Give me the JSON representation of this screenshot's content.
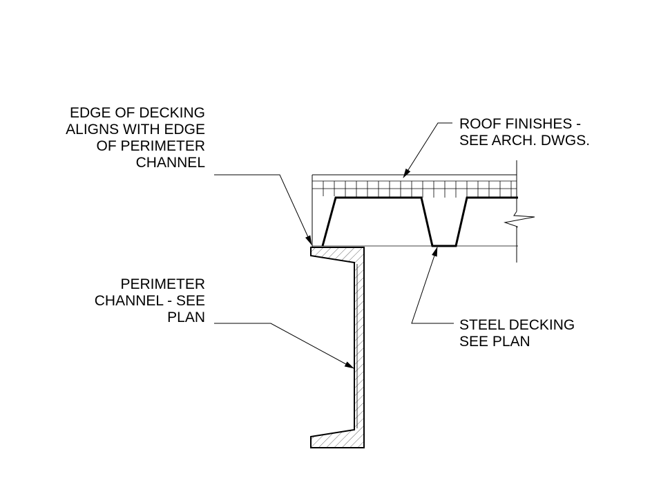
{
  "notes": {
    "edge_of_decking": {
      "lines": [
        "EDGE OF DECKING",
        "ALIGNS WITH EDGE",
        "OF PERIMETER",
        "CHANNEL"
      ]
    },
    "perimeter_channel": {
      "lines": [
        "PERIMETER",
        "CHANNEL - SEE",
        "PLAN"
      ]
    },
    "roof_finishes": {
      "lines": [
        "ROOF FINISHES -",
        "SEE ARCH. DWGS."
      ]
    },
    "steel_decking": {
      "lines": [
        "STEEL DECKING",
        "SEE PLAN"
      ]
    }
  },
  "colors": {
    "ink": "#000000",
    "background": "#ffffff"
  }
}
